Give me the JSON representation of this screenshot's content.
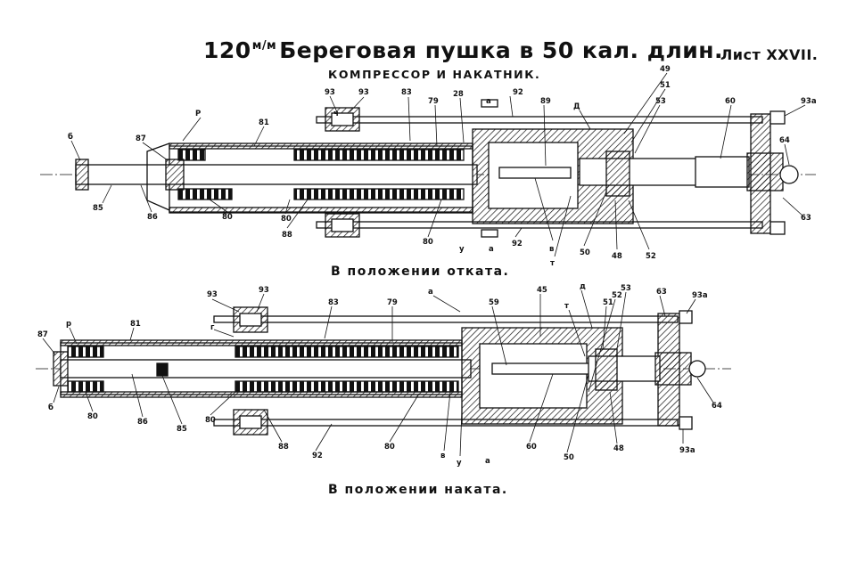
{
  "title": {
    "main_before": "120",
    "unit": "м/м",
    "main_after": "Береговая пушка в 50 кал. длин.",
    "subtitle": "КОМПРЕССОР И НАКАТНИК.",
    "sheet": "Лист XXVII."
  },
  "captions": {
    "recoil": "В положении отката.",
    "run_out": "В положении наката."
  },
  "labels_top": [
    "93",
    "93",
    "83",
    "79",
    "28",
    "а",
    "92",
    "Д",
    "49",
    "51",
    "53",
    "60",
    "93а",
    "Р",
    "81",
    "ч",
    "87",
    "б",
    "64",
    "85",
    "86",
    "80",
    "80",
    "88",
    "80",
    "у",
    "а",
    "92",
    "в",
    "т",
    "50",
    "48",
    "52",
    "63",
    "89"
  ],
  "labels_bottom": [
    "93",
    "93",
    "83",
    "79",
    "а",
    "59",
    "45",
    "д",
    "т",
    "51",
    "53",
    "63",
    "93а",
    "87",
    "р",
    "81",
    "г",
    "52",
    "б",
    "80",
    "86",
    "85",
    "80",
    "88",
    "92",
    "80",
    "в",
    "у",
    "а",
    "60",
    "50",
    "48",
    "64",
    "93а"
  ]
}
